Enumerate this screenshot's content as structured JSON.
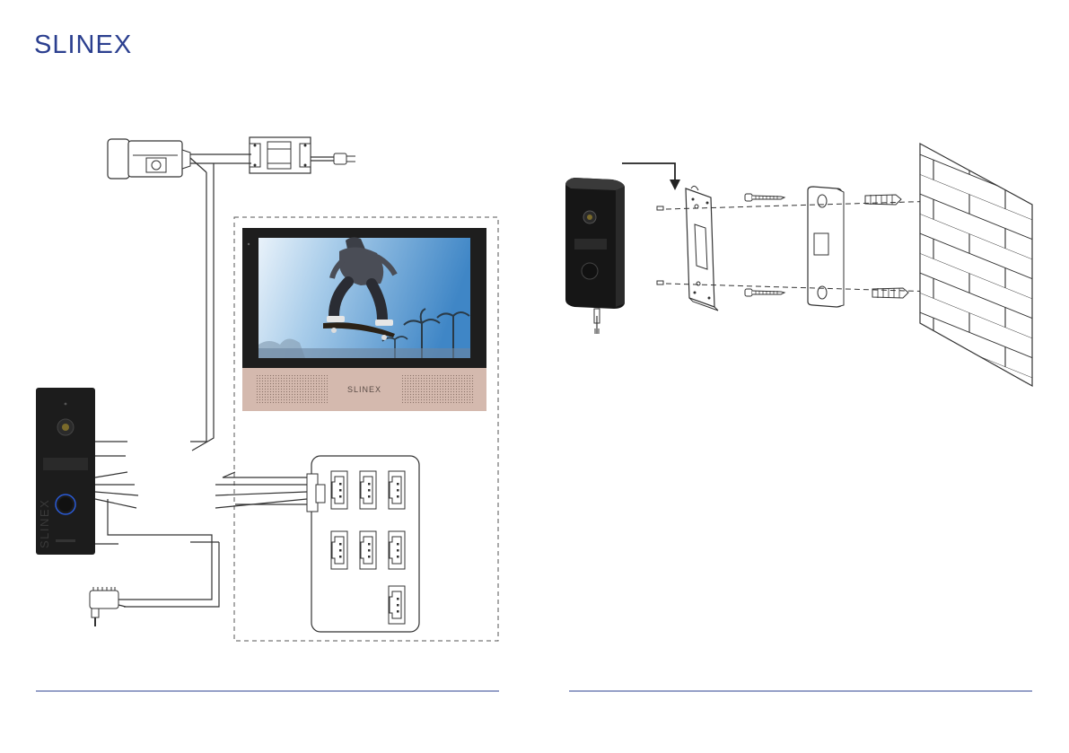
{
  "brand": {
    "logo_text": "SLINEX",
    "color": "#2b3f8f"
  },
  "monitor": {
    "brand_text": "SLINEX",
    "bezel_color": "#1e1e1e",
    "panel_color": "#d4b9ae"
  },
  "doorbell": {
    "brand_text": "SLINEX",
    "body_color": "#1c1c1c",
    "button_ring_color": "#2a5bd7"
  },
  "connector_board": {
    "top_row_count": 3,
    "middle_row_count": 3,
    "bottom_row_count": 1
  },
  "mounting": {
    "parts": [
      "doorbell-unit",
      "mounting-plate",
      "screws",
      "bracket",
      "wall-plugs",
      "brick-wall"
    ]
  },
  "footer_rule_color": "#2b3f8f"
}
